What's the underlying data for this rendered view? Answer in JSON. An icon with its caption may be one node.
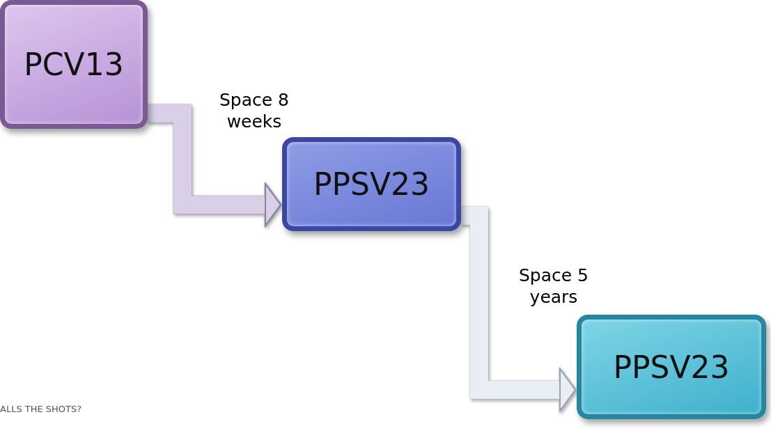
{
  "diagram": {
    "nodes": [
      {
        "text": [
          "PCV13"
        ]
      },
      {
        "text": [
          "PPSV23"
        ]
      },
      {
        "text": [
          "PPSV23"
        ]
      }
    ],
    "edges": [
      {
        "from": 0,
        "to": 1,
        "arrow": "to",
        "label": "Space 8 weeks"
      },
      {
        "from": 1,
        "to": 2,
        "arrow": "to",
        "label": "Space 5 years"
      }
    ],
    "labels": [
      "ALLS THE SHOTS?"
    ]
  }
}
